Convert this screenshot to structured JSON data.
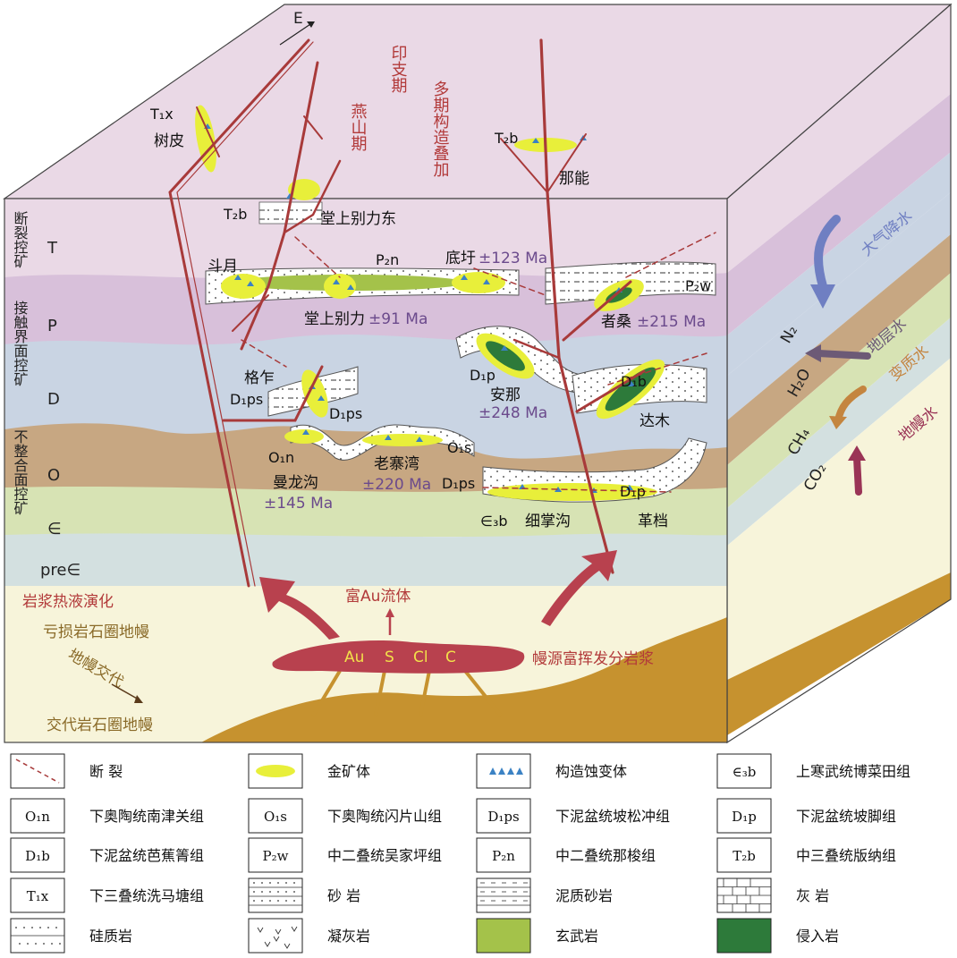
{
  "diagram": {
    "direction_label": "E",
    "tectonic_labels": {
      "indosinian": "印支期",
      "yanshanian": "燕山期",
      "superposition": "多期构造叠加"
    },
    "left_labels": {
      "fault_control": "断裂控矿",
      "contact_control": "接触界面控矿",
      "unconformity_control": "不整合面控矿"
    },
    "strata": [
      "T",
      "P",
      "D",
      "O",
      "∈",
      "pre∈"
    ],
    "deposits": {
      "shupi": "树皮",
      "naneng": "那能",
      "tangshang_bielidong": "堂上别力东",
      "douyue": "斗月",
      "diwei": "底圩",
      "diwei_age": "±123 Ma",
      "tangshang_bieli": "堂上别力",
      "tangshang_bieli_age": "±91 Ma",
      "zhesang": "者桑",
      "zhesang_age": "±215 Ma",
      "anna": "安那",
      "anna_age": "±248 Ma",
      "gezuo": "格乍",
      "damu": "达木",
      "manlonggou": "曼龙沟",
      "manlonggou_age": "±145 Ma",
      "laozhaiwan": "老寨湾",
      "laozhaiwan_age": "±220 Ma",
      "xizhanggou": "细掌沟",
      "gedang": "革档"
    },
    "unit_codes": {
      "T1x": "T₁x",
      "T2b_a": "T₂b",
      "T2b_b": "T₂b",
      "P2n": "P₂n",
      "P2w": "P₂w",
      "D1p_a": "D₁p",
      "D1p_b": "D₁p",
      "D1b": "D₁b",
      "D1ps_a": "D₁ps",
      "D1ps_b": "D₁ps",
      "D1ps_c": "D₁ps",
      "O1n": "O₁n",
      "O1s": "O₁s",
      "E3b": "∈₃b"
    },
    "waters": {
      "meteoric": "大气降水",
      "formation": "地层水",
      "metamorphic": "变质水",
      "mantle": "地幔水"
    },
    "gases": [
      "N₂",
      "H₂O",
      "CH₄",
      "CO₂"
    ],
    "deep": {
      "magma_evolution": "岩浆热液演化",
      "depleted_mantle": "亏损岩石圈地幔",
      "metasomatism": "地幔交代",
      "metasomatized_mantle": "交代岩石圈地幔",
      "au_fluid": "富Au流体",
      "magma_source": "幔源富挥发分岩浆",
      "elements": [
        "Au",
        "S",
        "Cl",
        "C"
      ]
    }
  },
  "legend": [
    {
      "code": "",
      "label": "断  裂",
      "symbol": "fault"
    },
    {
      "code": "",
      "label": "金矿体",
      "symbol": "ore"
    },
    {
      "code": "",
      "label": "构造蚀变体",
      "symbol": "alteration"
    },
    {
      "code": "∈₃b",
      "label": "上寒武统博菜田组",
      "symbol": "code"
    },
    {
      "code": "O₁n",
      "label": "下奥陶统南津关组",
      "symbol": "code"
    },
    {
      "code": "O₁s",
      "label": "下奥陶统闪片山组",
      "symbol": "code"
    },
    {
      "code": "D₁ps",
      "label": "下泥盆统坡松冲组",
      "symbol": "code"
    },
    {
      "code": "D₁p",
      "label": "下泥盆统坡脚组",
      "symbol": "code"
    },
    {
      "code": "D₁b",
      "label": "下泥盆统芭蕉箐组",
      "symbol": "code"
    },
    {
      "code": "P₂w",
      "label": "中二叠统吴家坪组",
      "symbol": "code"
    },
    {
      "code": "P₂n",
      "label": "中二叠统那梭组",
      "symbol": "code"
    },
    {
      "code": "T₂b",
      "label": "中三叠统版纳组",
      "symbol": "code"
    },
    {
      "code": "T₁x",
      "label": "下三叠统洗马塘组",
      "symbol": "code"
    },
    {
      "code": "",
      "label": "砂  岩",
      "symbol": "sandstone"
    },
    {
      "code": "",
      "label": "泥质砂岩",
      "symbol": "muddy"
    },
    {
      "code": "",
      "label": "灰  岩",
      "symbol": "limestone"
    },
    {
      "code": "",
      "label": "硅质岩",
      "symbol": "siliceous"
    },
    {
      "code": "",
      "label": "凝灰岩",
      "symbol": "tuff"
    },
    {
      "code": "",
      "label": "玄武岩",
      "symbol": "basalt"
    },
    {
      "code": "",
      "label": "侵入岩",
      "symbol": "intrusive"
    }
  ],
  "colors": {
    "T": "#ead9e6",
    "P": "#d8c0da",
    "D": "#c9d4e3",
    "O": "#c7a782",
    "E": "#d7e3b4",
    "preE": "#d3e0e0",
    "mantle": "#f7f4da",
    "basement": "#c6922f",
    "fault": "#a83a3a",
    "ore": "#e8ef3a",
    "basalt": "#a4c24a",
    "intrusive": "#2d7a3a",
    "alteration": "#3b82c4",
    "magma": "#b8414e"
  }
}
